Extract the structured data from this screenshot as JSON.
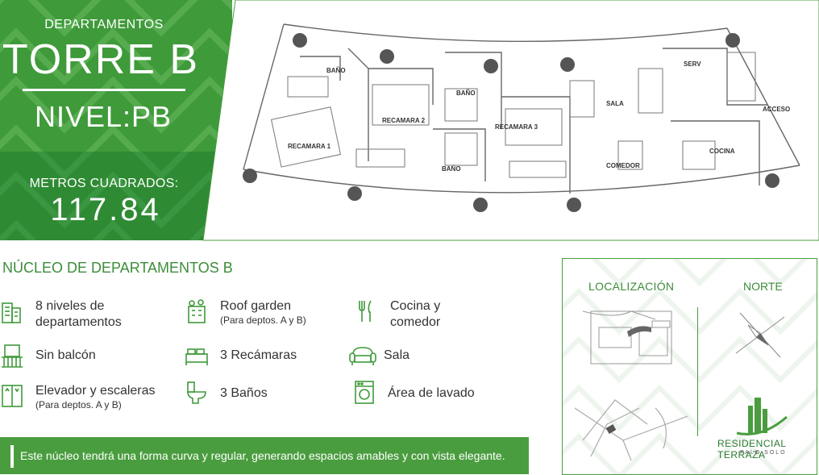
{
  "header": {
    "category": "DEPARTAMENTOS",
    "tower": "TORRE B",
    "level": "NIVEL:PB",
    "area_label": "METROS CUADRADOS:",
    "area_value": "117.84"
  },
  "plan": {
    "rooms": [
      "BAÑO",
      "RECAMARA 2",
      "BAÑO",
      "RECAMARA 3",
      "SALA",
      "SERV",
      "ACCESO",
      "RECAMARA 1",
      "BAÑO",
      "COMEDOR",
      "COCINA"
    ]
  },
  "nucleo": {
    "title": "NÚCLEO DE DEPARTAMENTOS B",
    "features": [
      {
        "icon": "building-icon",
        "label": "8 niveles de",
        "label2": "departamentos",
        "sub": ""
      },
      {
        "icon": "roof-garden-icon",
        "label": "Roof garden",
        "label2": "",
        "sub": "(Para deptos. A y B)"
      },
      {
        "icon": "cutlery-icon",
        "label": "Cocina y",
        "label2": "comedor",
        "sub": ""
      },
      {
        "icon": "balcony-icon",
        "label": "Sin balcón",
        "label2": "",
        "sub": ""
      },
      {
        "icon": "bed-icon",
        "label": "3 Recámaras",
        "label2": "",
        "sub": ""
      },
      {
        "icon": "sofa-icon",
        "label": "Sala",
        "label2": "",
        "sub": ""
      },
      {
        "icon": "elevator-icon",
        "label": "Elevador y escaleras",
        "label2": "",
        "sub": "(Para deptos. A y B)"
      },
      {
        "icon": "toilet-icon",
        "label": "3 Baños",
        "label2": "",
        "sub": ""
      },
      {
        "icon": "washer-icon",
        "label": "Área de lavado",
        "label2": "",
        "sub": ""
      }
    ],
    "banner": "Este núcleo tendrá una forma curva y regular, generando espacios amables y con vista elegante."
  },
  "location": {
    "title": "LOCALIZACIÓN",
    "north": "NORTE",
    "brand": "RESIDENCIAL TERRAZA",
    "brand_sub": "PALO SOLO"
  },
  "colors": {
    "primary_green": "#3f9a3a",
    "dark_green": "#2f8a34",
    "accent_green": "#4a9d3f"
  }
}
